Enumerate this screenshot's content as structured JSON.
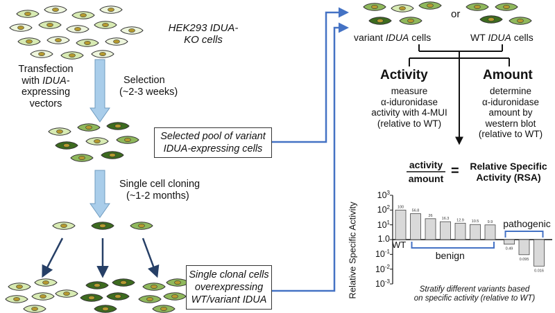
{
  "left": {
    "cells_label": [
      "HEK293 IDUA-",
      "KO cells"
    ],
    "transfection_label": [
      "Transfection",
      "with IDUA-",
      "expressing",
      "vectors"
    ],
    "selection_label": [
      "Selection",
      "(~2-3 weeks)"
    ],
    "pool_box": [
      "Selected pool of variant",
      "IDUA-expressing cells"
    ],
    "cloning_label": [
      "Single cell cloning",
      "(~1-2 months)"
    ],
    "clonal_box": [
      "Single clonal cells",
      "overexpressing",
      "WT/variant IDUA"
    ]
  },
  "right": {
    "or_label": "or",
    "variant_label": "variant IDUA cells",
    "wt_label": "WT IDUA cells",
    "activity": {
      "title": "Activity",
      "desc": [
        "measure",
        "α-iduronidase",
        "activity with 4-MUI",
        "(relative to WT)"
      ]
    },
    "amount": {
      "title": "Amount",
      "desc": [
        "determine",
        "α-iduronidase",
        "amount by",
        "western blot",
        "(relative to WT)"
      ]
    },
    "formula": {
      "numerator": "activity",
      "denominator": "amount",
      "equals": "=",
      "result": [
        "Relative Specific",
        "Activity (RSA)"
      ]
    }
  },
  "colors": {
    "arrow_light_blue": "#a9cdea",
    "arrow_outline": "#6f9bbf",
    "connector_blue": "#4472c4",
    "dark_arrow": "#263f66",
    "cell_light": "#d8ebb3",
    "cell_mid": "#8fb85c",
    "cell_dark": "#3d6b1f",
    "bar_fill": "#d9d9d9"
  },
  "chart_data": {
    "type": "bar",
    "ylabel": "Relative Specific Activity",
    "yscale": "log",
    "ylim": [
      0.001,
      1000
    ],
    "yticks": [
      "10^-3",
      "10^-2",
      "10^-1",
      "10^0",
      "10^1",
      "10^2",
      "10^3"
    ],
    "y_tick_labels": [
      {
        "base": "10",
        "exp": "3"
      },
      {
        "base": "10",
        "exp": "2"
      },
      {
        "base": "10",
        "exp": "1"
      },
      {
        "base": "1.0",
        "exp": ""
      },
      {
        "base": "10",
        "exp": "-1"
      },
      {
        "base": "10",
        "exp": "-2"
      },
      {
        "base": "10",
        "exp": "-3"
      }
    ],
    "values": [
      100,
      56.8,
      26,
      16.3,
      12.9,
      10.5,
      9.9,
      0.49,
      0.095,
      0.016
    ],
    "value_labels": [
      "100",
      "56.8",
      "26",
      "16.3",
      "12.9",
      "10.5",
      "9.9",
      "0.49",
      "0.095",
      "0.016"
    ],
    "wt_label": "WT",
    "group_benign": "benign",
    "group_pathogenic": "pathogenic",
    "xlabel": [
      "Stratify different variants based",
      "on specific activity (relative to WT)"
    ]
  }
}
